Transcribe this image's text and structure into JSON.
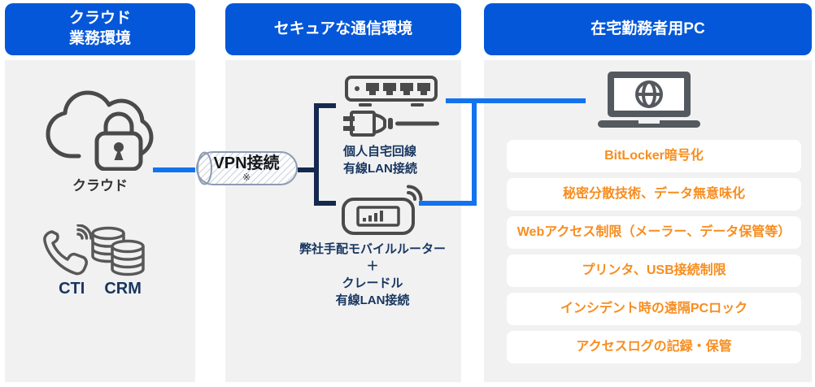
{
  "colors": {
    "header_bg": "#0457d8",
    "column_bg": "#f1f1f2",
    "connector_blue": "#1273ee",
    "connector_navy": "#14294d",
    "label_navy": "#17355e",
    "feature_orange": "#f78d1f",
    "icon_gray": "#4a4a4a",
    "laptop_gray": "#54595f"
  },
  "cloud_column": {
    "header_line1": "クラウド",
    "header_line2": "業務環境",
    "cloud_label": "クラウド",
    "systems": [
      "CTI",
      "CRM"
    ]
  },
  "network_column": {
    "header": "セキュアな通信環境",
    "vpn_label": "VPN接続",
    "vpn_note": "※",
    "home_line_label": [
      "個人自宅回線",
      "有線LAN接続"
    ],
    "mobile_router_label": [
      "弊社手配モバイルルーター",
      "＋",
      "クレードル",
      "有線LAN接続"
    ]
  },
  "pc_column": {
    "header": "在宅勤務者用PC",
    "features": [
      "BitLocker暗号化",
      "秘密分散技術、データ無意味化",
      "Webアクセス制限（メーラー、データ保管等）",
      "プリンタ、USB接続制限",
      "インシデント時の遠隔PCロック",
      "アクセスログの記録・保管"
    ]
  },
  "icons": {
    "cloud_lock": "cloud-lock-icon",
    "phone": "phone-signal-icon",
    "database": "database-icon",
    "router": "wired-router-icon",
    "ethernet": "ethernet-plug-icon",
    "mobile_router": "mobile-router-icon",
    "laptop": "laptop-globe-icon",
    "vpn_tunnel": "vpn-tunnel-capsule"
  }
}
